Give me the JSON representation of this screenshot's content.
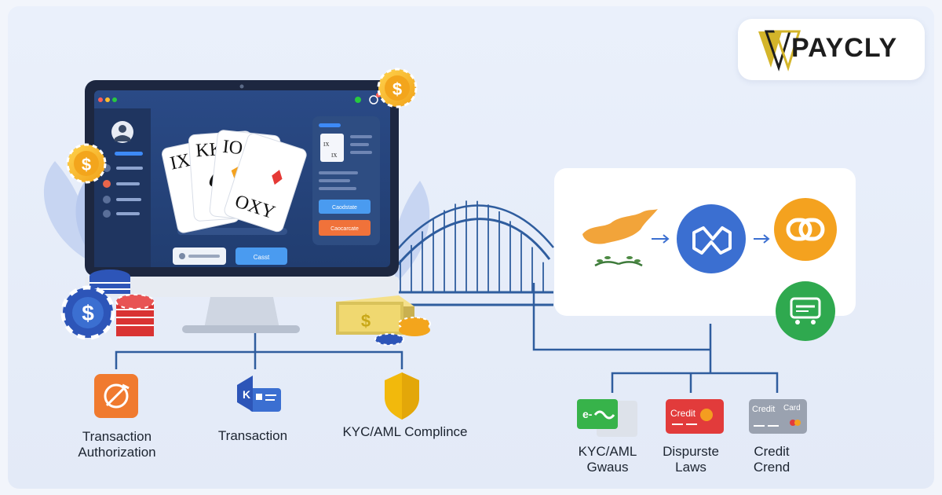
{
  "brand": {
    "name": "PAYCLY"
  },
  "monitor": {
    "cards": [
      "IXO",
      "KK",
      "IO",
      "OXY"
    ],
    "panel_cards_label": "IX\nIX",
    "buttons": [
      "Caodstate",
      "Caocarcate",
      "Casst"
    ]
  },
  "left_items": [
    {
      "line1": "Transaction",
      "line2": "Authorization",
      "icon": "authorization-icon"
    },
    {
      "line1": "Transaction",
      "line2": "",
      "icon": "id-card-icon"
    },
    {
      "line1": "KYC/AML Complince",
      "line2": "",
      "icon": "shield-icon"
    }
  ],
  "right_items": [
    {
      "line1": "KYC/AML",
      "line2": "Gwaus",
      "icon": "e-wallet-icon",
      "card_text": "e-"
    },
    {
      "line1": "Dispurste",
      "line2": "Laws",
      "icon": "credit-card-icon",
      "card_text": "Credit"
    },
    {
      "line1": "Credit",
      "line2": "Crend",
      "icon": "credit-card-grey-icon",
      "card_text": "Credit",
      "card_text2": "Card"
    }
  ],
  "flow": [
    "cyprus-map-icon",
    "network-icon",
    "link-icon",
    "payment-terminal-icon"
  ],
  "colors": {
    "navy": "#1f3a63",
    "line": "#2f5d9e",
    "orange": "#f4a21f",
    "blue": "#3b6fd1",
    "green": "#2fa94f",
    "red": "#e23b3b",
    "gold": "#c9a818"
  }
}
